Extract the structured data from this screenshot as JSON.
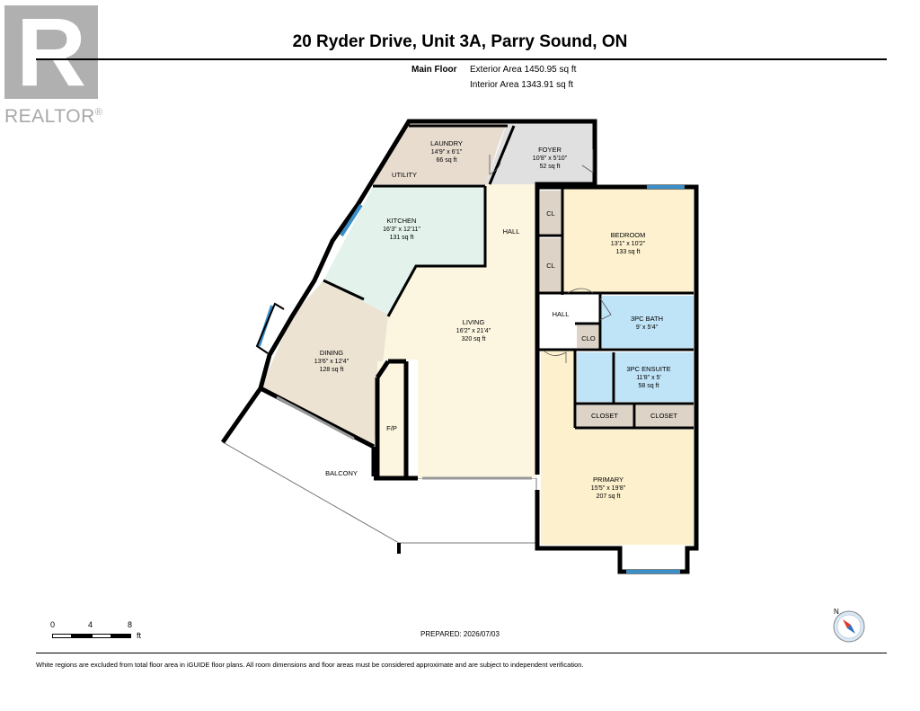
{
  "logo": {
    "mark": "R",
    "word": "REALTOR",
    "reg": "®"
  },
  "title": "20 Ryder Drive, Unit 3A, Parry Sound, ON",
  "floor": {
    "label": "Main Floor",
    "exterior_area": "Exterior Area 1450.95 sq ft",
    "interior_area": "Interior Area 1343.91 sq ft"
  },
  "rooms": {
    "laundry": {
      "name": "LAUNDRY",
      "dims": "14'9\" x 6'1\"",
      "area": "66 sq ft"
    },
    "foyer": {
      "name": "FOYER",
      "dims": "10'8\" x 5'10\"",
      "area": "52 sq ft"
    },
    "utility": {
      "name": "UTILITY"
    },
    "kitchen": {
      "name": "KITCHEN",
      "dims": "16'3\" x 12'11\"",
      "area": "131 sq ft"
    },
    "hall_top": {
      "name": "HALL"
    },
    "cl_top": {
      "name": "CL"
    },
    "cl_mid": {
      "name": "CL"
    },
    "bedroom": {
      "name": "BEDROOM",
      "dims": "13'1\" x 10'2\"",
      "area": "133 sq ft"
    },
    "hall_mid": {
      "name": "HALL"
    },
    "bath": {
      "name": "3PC BATH",
      "dims": "9' x 5'4\""
    },
    "clo": {
      "name": "CLO"
    },
    "ensuite": {
      "name": "3PC ENSUITE",
      "dims": "11'8\" x 5'",
      "area": "58 sq ft"
    },
    "closet_left": {
      "name": "CLOSET"
    },
    "closet_right": {
      "name": "CLOSET"
    },
    "living": {
      "name": "LIVING",
      "dims": "16'2\" x 21'4\"",
      "area": "320 sq ft"
    },
    "dining": {
      "name": "DINING",
      "dims": "13'6\" x 12'4\"",
      "area": "128 sq ft"
    },
    "fireplace": {
      "name": "F/P"
    },
    "balcony": {
      "name": "BALCONY"
    },
    "primary": {
      "name": "PRIMARY",
      "dims": "15'5\" x 19'8\"",
      "area": "207 sq ft"
    }
  },
  "scale": {
    "t0": "0",
    "t1": "4",
    "t2": "8",
    "unit": "ft"
  },
  "compass": {
    "label": "N"
  },
  "prepared": "PREPARED: 2026/07/03",
  "disclaimer": "White regions are excluded from total floor area in iGUIDE floor plans. All room dimensions and floor areas must be considered approximate and are subject to independent verification.",
  "colors": {
    "laundry": "#e8dccf",
    "foyer": "#e0e0e0",
    "kitchen": "#e3f3ec",
    "living": "#fcf6e0",
    "dining": "#ece3d3",
    "bedroom": "#fdf1cf",
    "bath": "#bfe3f7",
    "primary": "#fdf0cc",
    "closet": "#ddd4c7",
    "window": "#3a8fc9",
    "wall": "#000000"
  }
}
